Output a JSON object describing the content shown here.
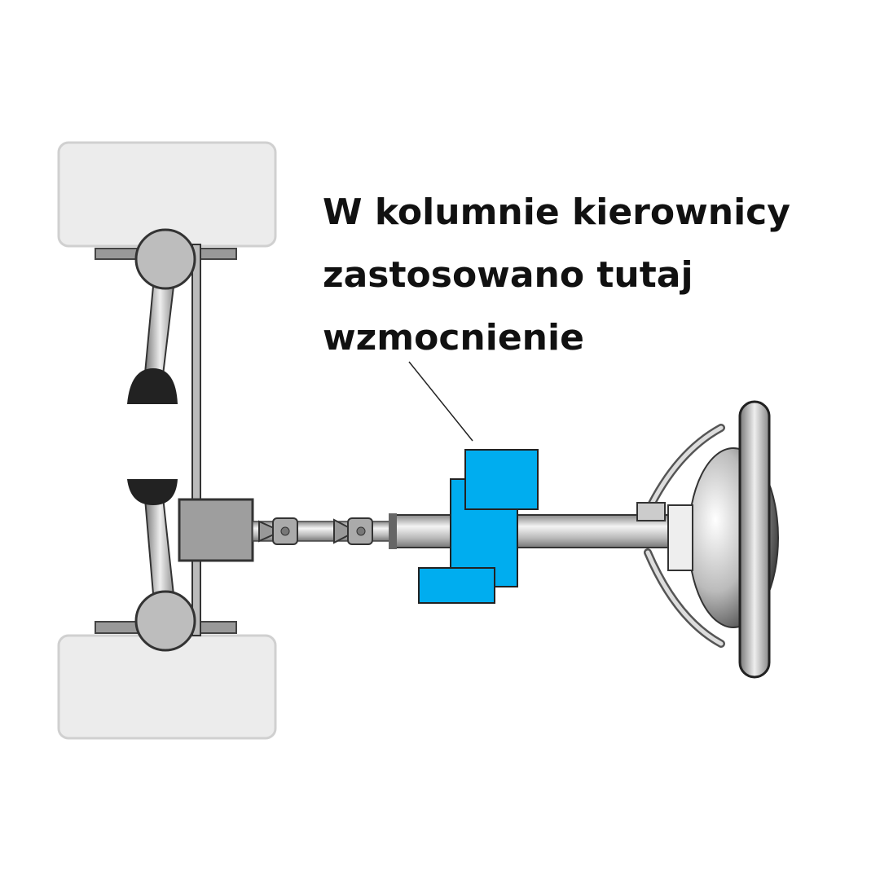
{
  "annotation": {
    "lines": [
      "W kolumnie kierownicy",
      "zastosowano tutaj",
      "wzmocnienie"
    ]
  },
  "colors": {
    "reinforcement": "#00adef",
    "wheel": "#ececec",
    "metal": "#a9a9a9",
    "outline": "#333333"
  }
}
